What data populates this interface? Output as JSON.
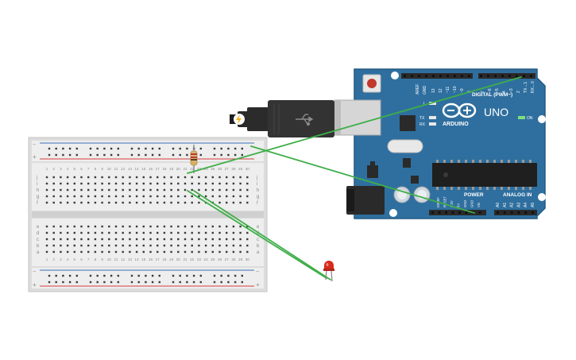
{
  "arduino": {
    "brand": "ARDUINO",
    "model": "UNO",
    "digital_label": "DIGITAL (PWM~)",
    "power_label": "POWER",
    "analog_label": "ANALOG IN",
    "on_label": "ON",
    "tx_label": "TX",
    "rx_label": "RX",
    "l_label": "L",
    "aref_label": "AREF",
    "gnd_label": "GND",
    "digital_pins": [
      "13",
      "12",
      "~11",
      "~10",
      "~9",
      "8",
      "7",
      "~6",
      "~5",
      "4",
      "~3",
      "2",
      "TX→1",
      "RX←0"
    ],
    "power_pins": [
      "IOREF",
      "RESET",
      "3.3V",
      "5V",
      "GND",
      "GND",
      "Vin"
    ],
    "analog_pins": [
      "A0",
      "A1",
      "A2",
      "A3",
      "A4",
      "A5"
    ]
  },
  "breadboard": {
    "row_letters_top": [
      "j",
      "i",
      "h",
      "g",
      "f"
    ],
    "row_letters_bottom": [
      "e",
      "d",
      "c",
      "b",
      "a"
    ],
    "columns": [
      "1",
      "2",
      "3",
      "4",
      "5",
      "6",
      "7",
      "8",
      "9",
      "10",
      "11",
      "12",
      "13",
      "14",
      "15",
      "16",
      "17",
      "18",
      "19",
      "20",
      "21",
      "22",
      "23",
      "24",
      "25",
      "26",
      "27",
      "28",
      "29",
      "30"
    ],
    "plus": "+",
    "minus": "−"
  },
  "colors": {
    "board_blue": "#2f6f9f",
    "wire_green": "#3fae49",
    "led_red": "#d52b1e",
    "rail_red": "#d63c3c",
    "rail_blue": "#3b6fb6"
  }
}
